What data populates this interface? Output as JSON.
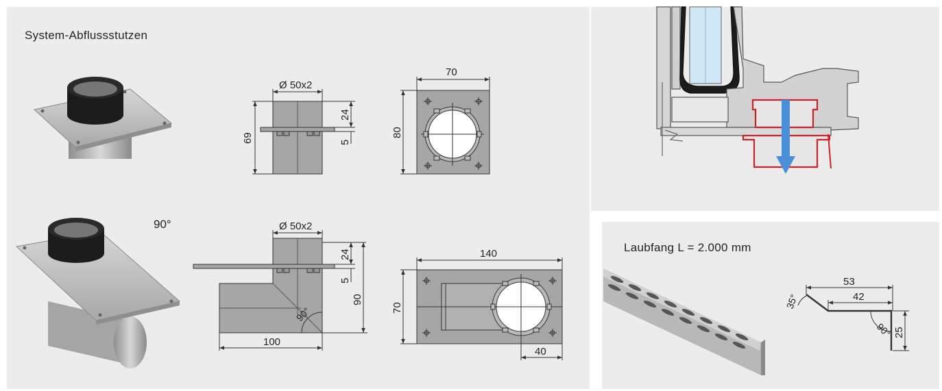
{
  "titles": {
    "system": "System-Abflussstutzen",
    "laubfang": "Laubfang L = 2.000 mm",
    "angle_90": "90°"
  },
  "straight_outlet": {
    "side_view": {
      "diameter": "Ø 50x2",
      "height": "69",
      "upper": "24",
      "flange": "5"
    },
    "top_view": {
      "width": "70",
      "height": "80"
    }
  },
  "elbow_outlet": {
    "side_view": {
      "diameter": "Ø 50x2",
      "upper": "24",
      "flange": "5",
      "height": "90",
      "length": "100",
      "angle": "90°"
    },
    "top_view": {
      "width": "140",
      "height": "70",
      "offset": "40"
    }
  },
  "laubfang_profile": {
    "top_width": "53",
    "inner_width": "42",
    "height": "25",
    "angle_top": "35°",
    "angle_corner": "90°"
  },
  "colors": {
    "background_panel": "#ececec",
    "drain_red": "#d0202a",
    "flow_blue": "#4a90d9",
    "glass_blue": "#cfe8f5",
    "metal": "#9c9c9c",
    "gasket": "#1a1a1a"
  }
}
